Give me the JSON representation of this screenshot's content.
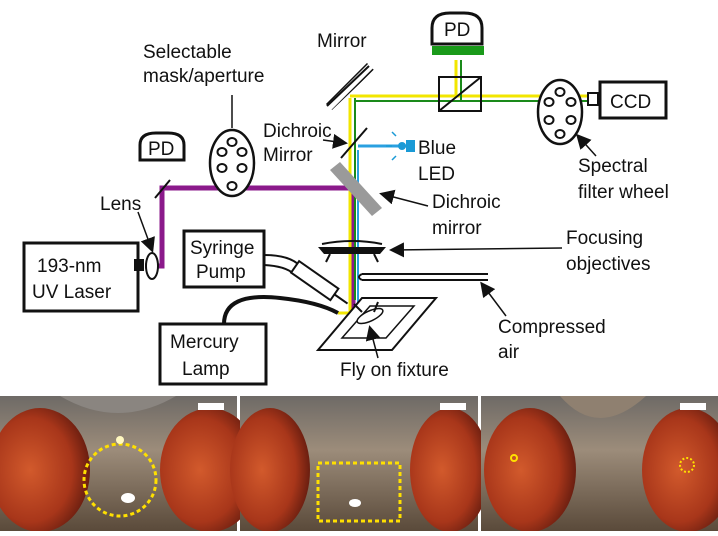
{
  "diagram": {
    "labels": {
      "pd_top": "PD",
      "mirror": "Mirror",
      "mask_line1": "Selectable",
      "mask_line2": "mask/aperture",
      "ccd": "CCD",
      "pd_left": "PD",
      "dichroic_line1": "Dichroic",
      "dichroic_line2": "Mirror",
      "blue_led_line1": "Blue",
      "blue_led_line2": "LED",
      "spectral_line1": "Spectral",
      "spectral_line2": "filter wheel",
      "lens": "Lens",
      "dichroic2_line1": "Dichroic",
      "dichroic2_line2": "mirror",
      "syringe_line1": "Syringe",
      "syringe_line2": "Pump",
      "focusing_line1": "Focusing",
      "focusing_line2": "objectives",
      "laser_line1": "193-nm",
      "laser_line2": "UV Laser",
      "compressed_line1": "Compressed",
      "compressed_line2": "air",
      "mercury_line1": "Mercury",
      "mercury_line2": "Lamp",
      "fly": "Fly on fixture"
    },
    "colors": {
      "beam_uv": "#8b1a8b",
      "beam_yellow": "#f2e600",
      "beam_green": "#1a8a1a",
      "beam_blue": "#2aa0e0",
      "pd_green": "#1a9a1a",
      "dichroic_gray": "#9a9a9a"
    }
  },
  "photos": {
    "panels": [
      {
        "name": "circular-aperture-photo",
        "overlay": "circle"
      },
      {
        "name": "rectangular-aperture-photo",
        "overlay": "rectangle"
      },
      {
        "name": "spot-aperture-photo",
        "overlay": "spots"
      }
    ],
    "colors": {
      "eye_red": "#b8401e",
      "overlay_yellow": "#ffe000"
    }
  }
}
